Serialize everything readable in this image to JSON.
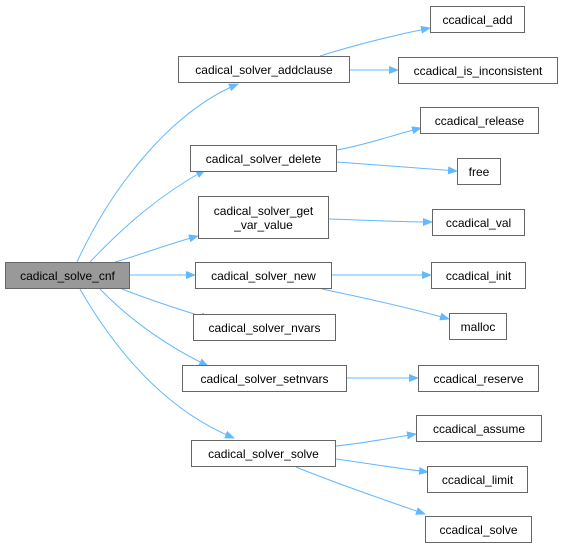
{
  "diagram": {
    "edge_color": "#63b8ff",
    "nodes": {
      "root": "cadical_solve_cnf",
      "addclause": "cadical_solver_addclause",
      "delete": "cadical_solver_delete",
      "getvar_l1": "cadical_solver_get",
      "getvar_l2": "_var_value",
      "new": "cadical_solver_new",
      "nvars": "cadical_solver_nvars",
      "setnvars": "cadical_solver_setnvars",
      "solve": "cadical_solver_solve",
      "ccadical_add": "ccadical_add",
      "ccadical_is_inconsistent": "ccadical_is_inconsistent",
      "ccadical_release": "ccadical_release",
      "free": "free",
      "ccadical_val": "ccadical_val",
      "ccadical_init": "ccadical_init",
      "malloc": "malloc",
      "ccadical_reserve": "ccadical_reserve",
      "ccadical_assume": "ccadical_assume",
      "ccadical_limit": "ccadical_limit",
      "ccadical_solve": "ccadical_solve"
    },
    "edges": [
      [
        "root",
        "addclause"
      ],
      [
        "root",
        "delete"
      ],
      [
        "root",
        "getvar"
      ],
      [
        "root",
        "new"
      ],
      [
        "root",
        "nvars"
      ],
      [
        "root",
        "setnvars"
      ],
      [
        "root",
        "solve"
      ],
      [
        "addclause",
        "ccadical_add"
      ],
      [
        "addclause",
        "ccadical_is_inconsistent"
      ],
      [
        "delete",
        "ccadical_release"
      ],
      [
        "delete",
        "free"
      ],
      [
        "getvar",
        "ccadical_val"
      ],
      [
        "new",
        "ccadical_init"
      ],
      [
        "new",
        "malloc"
      ],
      [
        "setnvars",
        "ccadical_reserve"
      ],
      [
        "solve",
        "ccadical_assume"
      ],
      [
        "solve",
        "ccadical_limit"
      ],
      [
        "solve",
        "ccadical_solve"
      ]
    ]
  }
}
